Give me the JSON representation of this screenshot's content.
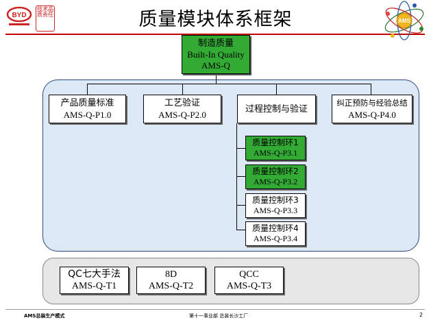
{
  "header": {
    "title": "质量模块体系框架",
    "logo_left_text": "BYD",
    "seal_text": "技术品质责任",
    "ams_logo_text": "AMS"
  },
  "top": {
    "line1": "制造质量",
    "line2": "Built-In Quality",
    "line3": "AMS-Q"
  },
  "pillars": [
    {
      "name": "产品质量标准",
      "code": "AMS-Q-P1.0"
    },
    {
      "name": "工艺验证",
      "code": "AMS-Q-P2.0"
    },
    {
      "name": "过程控制与验证",
      "code": ""
    },
    {
      "name": "纠正预防与经验总结",
      "code": "AMS-Q-P4.0"
    }
  ],
  "loops": [
    {
      "name": "质量控制环1",
      "code": "AMS-Q-P3.1",
      "highlight": true
    },
    {
      "name": "质量控制环2",
      "code": "AMS-Q-P3.2",
      "highlight": true
    },
    {
      "name": "质量控制环3",
      "code": "AMS-Q-P3.3",
      "highlight": false
    },
    {
      "name": "质量控制环4",
      "code": "AMS-Q-P3.4",
      "highlight": false
    }
  ],
  "tools": [
    {
      "name": "QC七大手法",
      "code": "AMS-Q-T1"
    },
    {
      "name": "8D",
      "code": "AMS-Q-T2"
    },
    {
      "name": "QCC",
      "code": "AMS-Q-T3"
    }
  ],
  "footer": {
    "left": "AMS总装生产模式",
    "center": "第十一事业部 总装长沙工厂",
    "page": "2"
  },
  "colors": {
    "highlight": "#33aa33",
    "panel": "#dde8f7",
    "tool_panel": "#e6e6e6",
    "accent": "#c00000"
  }
}
